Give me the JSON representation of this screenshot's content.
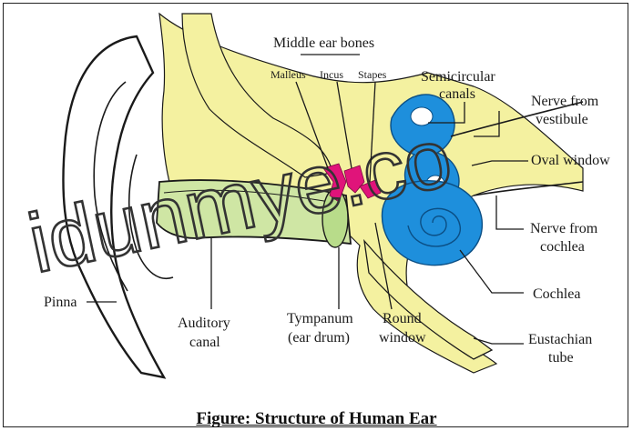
{
  "labels": {
    "middle_ear_bones": "Middle ear bones",
    "malleus": "Malleus",
    "incus": "Incus",
    "stapes": "Stapes",
    "semicircular_1": "Semicircular",
    "semicircular_2": "canals",
    "nerve_vestibule_1": "Nerve from",
    "nerve_vestibule_2": "vestibule",
    "oval_window": "Oval window",
    "nerve_cochlea_1": "Nerve from",
    "nerve_cochlea_2": "cochlea",
    "cochlea": "Cochlea",
    "eustachian_1": "Eustachian",
    "eustachian_2": "tube",
    "pinna": "Pinna",
    "auditory_1": "Auditory",
    "auditory_2": "canal",
    "tympanum_1": "Tympanum",
    "tympanum_2": "(ear drum)",
    "round_1": "Round",
    "round_2": "window"
  },
  "caption": "Figure: Structure of Human Ear",
  "watermark": "idunmye.co",
  "colors": {
    "bone": "#f4f1a0",
    "canal": "#cfe6a4",
    "inner_ear": "#1e8fdc",
    "ossicles": "#e0147a",
    "skin": "#ffffff",
    "outline": "#1a1a1a"
  }
}
